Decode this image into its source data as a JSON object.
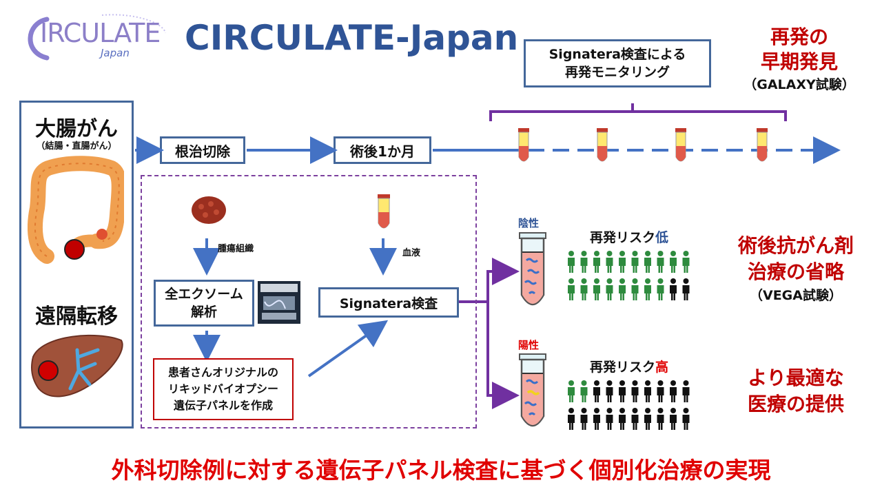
{
  "logo": {
    "main": "IRCULATE",
    "sub": "Japan",
    "letter": "C"
  },
  "title": "CIRCULATE-Japan",
  "monitoring_box": {
    "line1": "Signatera検査による",
    "line2": "再発モニタリング"
  },
  "early_detection": {
    "line1": "再発の",
    "line2": "早期発見",
    "trial": "（GALAXY試験）"
  },
  "left_panel": {
    "cancer": "大腸がん",
    "cancer_sub": "（結腸・直腸がん）",
    "metastasis": "遠隔転移"
  },
  "flow": {
    "surgery": "根治切除",
    "postop": "術後1か月"
  },
  "process": {
    "tumor_label": "腫瘍組織",
    "blood_label": "血液",
    "wes_line1": "全エクソーム",
    "wes_line2": "解析",
    "panel_line1": "患者さんオリジナルの",
    "panel_line2": "リキッドバイオプシー",
    "panel_line3": "遺伝子パネルを作成",
    "signatera": "Signatera検査"
  },
  "negative": {
    "label": "陰性",
    "risk_prefix": "再発リスク",
    "risk_level": "低"
  },
  "positive": {
    "label": "陽性",
    "risk_prefix": "再発リスク",
    "risk_level": "高"
  },
  "chemo_omit": {
    "line1": "術後抗がん剤",
    "line2": "治療の省略",
    "trial": "（VEGA試験）"
  },
  "optimal": {
    "line1": "より最適な",
    "line2": "医療の提供"
  },
  "bottom_banner": "外科切除例に対する遺伝子パネル検査に基づく個別化治療の実現",
  "colors": {
    "navy": "#2f5496",
    "red": "#c00000",
    "purple": "#7030a0",
    "arrow": "#4472c4",
    "green": "#2e8b3e",
    "box_border": "#44679a"
  },
  "people": {
    "negative_row1": [
      1,
      1,
      1,
      1,
      1,
      1,
      1,
      1,
      1,
      1
    ],
    "negative_row2": [
      1,
      1,
      1,
      1,
      1,
      1,
      1,
      1,
      0,
      0
    ],
    "positive_row1": [
      1,
      1,
      0,
      0,
      0,
      0,
      0,
      0,
      0,
      0
    ],
    "positive_row2": [
      0,
      0,
      0,
      0,
      0,
      0,
      0,
      0,
      0,
      0
    ]
  }
}
